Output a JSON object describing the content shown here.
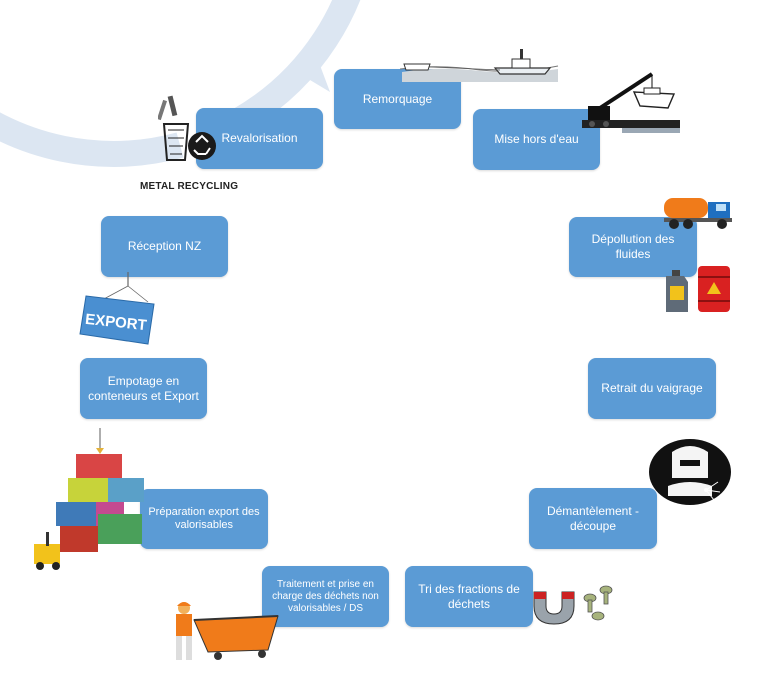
{
  "steps": [
    {
      "id": "remorquage",
      "label": "Remorquage"
    },
    {
      "id": "mise-hors-eau",
      "label": "Mise hors d'eau"
    },
    {
      "id": "depollution",
      "label": "Dépollution des fluides"
    },
    {
      "id": "retrait-vaigrage",
      "label": "Retrait du vaigrage"
    },
    {
      "id": "demantelement",
      "label": "Démantèlement - découpe"
    },
    {
      "id": "tri",
      "label": "Tri des fractions de déchets"
    },
    {
      "id": "traitement",
      "label": "Traitement et prise en charge des déchets non valorisables / DS"
    },
    {
      "id": "preparation",
      "label": "Préparation export des valorisables"
    },
    {
      "id": "empotage",
      "label": "Empotage en conteneurs et Export"
    },
    {
      "id": "reception",
      "label": "Réception NZ"
    },
    {
      "id": "revalorisation",
      "label": "Revalorisation"
    }
  ],
  "labels": {
    "metal_recycling": "METAL RECYCLING",
    "export_sign": "EXPORT"
  },
  "icons": [
    "tugboat-icon",
    "crane-lift-icon",
    "tanker-truck-icon",
    "oil-drum-icon",
    "welder-icon",
    "magnet-icon",
    "worker-skip-icon",
    "containers-forklift-icon",
    "export-sign-icon",
    "recycling-bin-icon"
  ],
  "colors": {
    "step_fill": "#5b9bd5",
    "ring": "#dce6f2",
    "step_text": "#ffffff"
  }
}
